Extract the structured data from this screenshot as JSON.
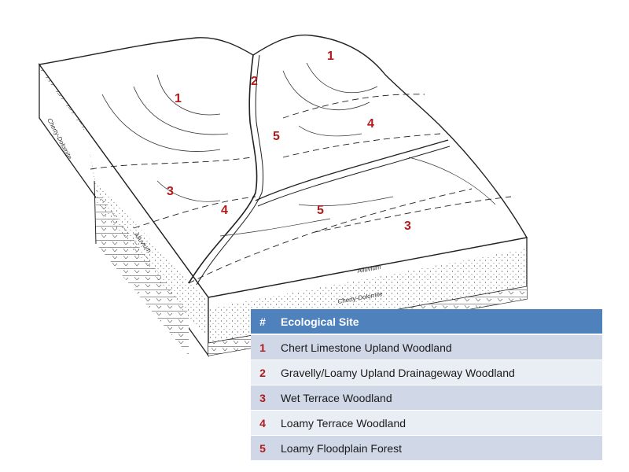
{
  "diagram": {
    "zone_labels": [
      "1",
      "2",
      "1",
      "5",
      "4",
      "3",
      "4",
      "5",
      "3"
    ],
    "geology_labels": {
      "cherty_dolomite_left": "Cherty-Dolomite",
      "alluvium_left": "Alluvium",
      "alluvium_front": "Alluvium",
      "cherty_dolomite_front": "Cherty-Dolomite"
    }
  },
  "legend": {
    "header": {
      "number": "#",
      "site": "Ecological Site"
    },
    "rows": [
      {
        "number": "1",
        "site": "Chert Limestone Upland Woodland"
      },
      {
        "number": "2",
        "site": "Gravelly/Loamy Upland Drainageway Woodland"
      },
      {
        "number": "3",
        "site": "Wet Terrace Woodland"
      },
      {
        "number": "4",
        "site": "Loamy Terrace Woodland"
      },
      {
        "number": "5",
        "site": "Loamy Floodplain Forest"
      }
    ]
  },
  "colors": {
    "header_blue": "#4f81bd",
    "row_dark": "#d0d8e8",
    "row_light": "#e9edf4",
    "label_red": "#b2191b"
  }
}
